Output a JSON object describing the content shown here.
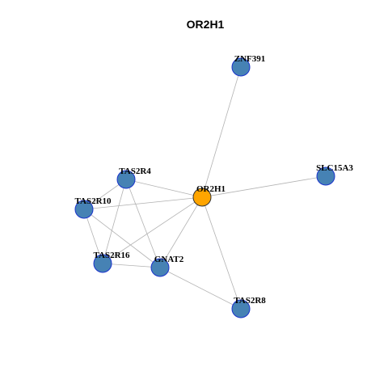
{
  "title": "OR2H1",
  "colors": {
    "center_node": "#FFA500",
    "neighbor_node": "#4682B4",
    "node_border": "#1a33cc",
    "center_border": "#333333",
    "edge": "#b3b3b3"
  },
  "nodes": [
    {
      "id": "OR2H1",
      "label": "OR2H1",
      "center": true
    },
    {
      "id": "ZNF391",
      "label": "ZNF391",
      "center": false
    },
    {
      "id": "SLC15A3",
      "label": "SLC15A3",
      "center": false
    },
    {
      "id": "TAS2R4",
      "label": "TAS2R4",
      "center": false
    },
    {
      "id": "TAS2R10",
      "label": "TAS2R10",
      "center": false
    },
    {
      "id": "TAS2R16",
      "label": "TAS2R16",
      "center": false
    },
    {
      "id": "GNAT2",
      "label": "GNAT2",
      "center": false
    },
    {
      "id": "TAS2R8",
      "label": "TAS2R8",
      "center": false
    }
  ],
  "edges": [
    [
      "OR2H1",
      "ZNF391"
    ],
    [
      "OR2H1",
      "SLC15A3"
    ],
    [
      "OR2H1",
      "TAS2R4"
    ],
    [
      "OR2H1",
      "TAS2R10"
    ],
    [
      "OR2H1",
      "TAS2R16"
    ],
    [
      "OR2H1",
      "GNAT2"
    ],
    [
      "OR2H1",
      "TAS2R8"
    ],
    [
      "TAS2R4",
      "TAS2R10"
    ],
    [
      "TAS2R4",
      "TAS2R16"
    ],
    [
      "TAS2R4",
      "GNAT2"
    ],
    [
      "TAS2R10",
      "TAS2R16"
    ],
    [
      "TAS2R10",
      "GNAT2"
    ],
    [
      "TAS2R16",
      "GNAT2"
    ],
    [
      "GNAT2",
      "TAS2R8"
    ]
  ]
}
